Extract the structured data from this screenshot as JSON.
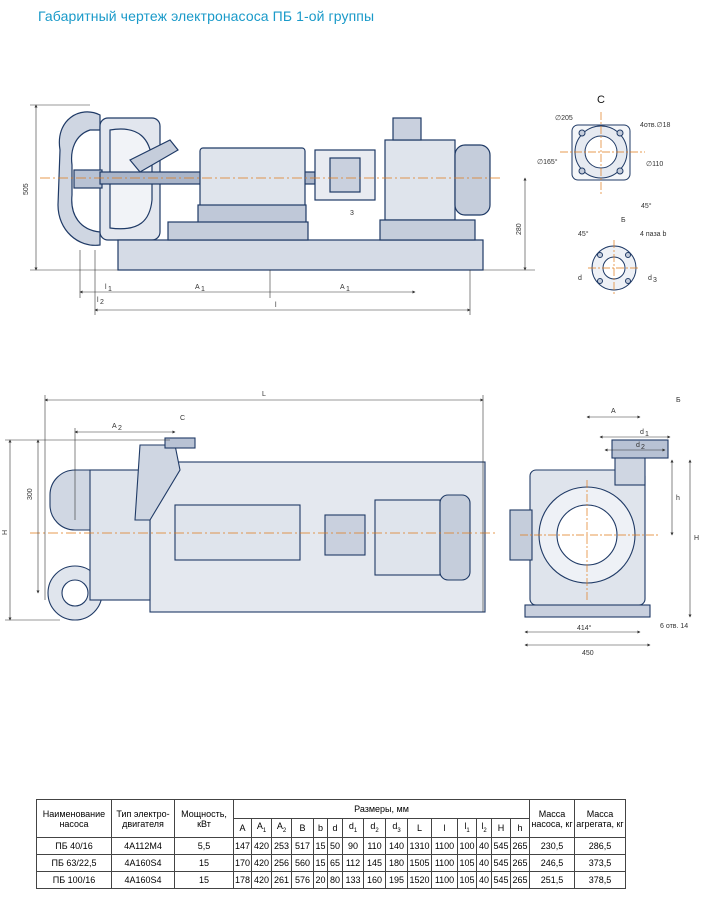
{
  "title": "Габаритный чертеж  электронасоса ПБ 1-ой группы",
  "drawing_labels": {
    "view_c": "C",
    "dim_505": "505",
    "dim_280": "280",
    "dim_3": "3",
    "l1": "l",
    "l1_sub": "1",
    "l2": "l",
    "l2_sub": "2",
    "a1_left": "A",
    "a1_right": "A",
    "a1_sub": "1",
    "l_bottom": "l",
    "c_d205": "∅205",
    "c_4holes": "4отв.∅18",
    "c_d165": "∅165°",
    "c_d110": "∅110",
    "c_45": "45°",
    "b_label": "Б",
    "b_45": "45°",
    "b_holes": "4 паза b",
    "b_d": "d",
    "b_d3": "d",
    "b_d3_sub": "3",
    "L": "L",
    "A2": "A",
    "A2_sub": "2",
    "c_arrow": "C",
    "dim_300": "300",
    "H": "H",
    "A_right": "A",
    "B_right": "Б",
    "d1": "d",
    "d1_sub": "1",
    "d2": "d",
    "d2_sub": "2",
    "h": "h",
    "H_right": "H",
    "dim_414": "414°",
    "dim_450": "450",
    "holes_6": "6 отв. 14"
  },
  "table": {
    "headers": {
      "name": "Наименование насоса",
      "motor": "Тип электро-двигателя",
      "power": "Мощность, кВт",
      "sizes": "Размеры, мм",
      "mass_pump": "Масса насоса, кг",
      "mass_unit": "Масса агрегата, кг"
    },
    "size_columns": [
      {
        "t": "A",
        "s": ""
      },
      {
        "t": "A",
        "s": "1"
      },
      {
        "t": "A",
        "s": "2"
      },
      {
        "t": "B",
        "s": ""
      },
      {
        "t": "b",
        "s": ""
      },
      {
        "t": "d",
        "s": ""
      },
      {
        "t": "d",
        "s": "1"
      },
      {
        "t": "d",
        "s": "2"
      },
      {
        "t": "d",
        "s": "3"
      },
      {
        "t": "L",
        "s": ""
      },
      {
        "t": "l",
        "s": ""
      },
      {
        "t": "l",
        "s": "1"
      },
      {
        "t": "l",
        "s": "2"
      },
      {
        "t": "H",
        "s": ""
      },
      {
        "t": "h",
        "s": ""
      }
    ],
    "rows": [
      {
        "name": "ПБ 40/16",
        "motor": "4А112М4",
        "power": "5,5",
        "sizes": [
          "147",
          "420",
          "253",
          "517",
          "15",
          "50",
          "90",
          "110",
          "140",
          "1310",
          "1100",
          "100",
          "40",
          "545",
          "265"
        ],
        "mass_pump": "230,5",
        "mass_unit": "286,5"
      },
      {
        "name": "ПБ 63/22,5",
        "motor": "4А160S4",
        "power": "15",
        "sizes": [
          "170",
          "420",
          "256",
          "560",
          "15",
          "65",
          "112",
          "145",
          "180",
          "1505",
          "1100",
          "105",
          "40",
          "545",
          "265"
        ],
        "mass_pump": "246,5",
        "mass_unit": "373,5"
      },
      {
        "name": "ПБ 100/16",
        "motor": "4А160S4",
        "power": "15",
        "sizes": [
          "178",
          "420",
          "261",
          "576",
          "20",
          "80",
          "133",
          "160",
          "195",
          "1520",
          "1100",
          "105",
          "40",
          "545",
          "265"
        ],
        "mass_pump": "251,5",
        "mass_unit": "378,5"
      }
    ]
  }
}
